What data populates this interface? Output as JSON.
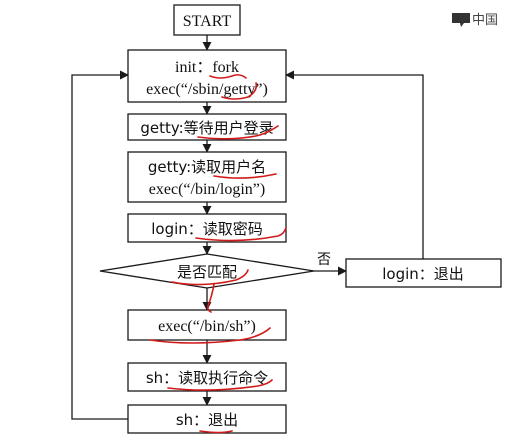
{
  "diagram": {
    "start": "START",
    "init_line1": "init：fork",
    "init_line2": "exec(“/sbin/getty”)",
    "getty_wait": "getty:等待用户登录",
    "getty_read_line1": "getty:读取用户名",
    "getty_read_line2": "exec(“/bin/login”)",
    "login_read_pwd": "login：读取密码",
    "decision": "是否匹配",
    "no_label": "否",
    "login_exit": "login：退出",
    "exec_sh": "exec(“/bin/sh”)",
    "sh_read_cmd": "sh：读取执行命令",
    "sh_exit": "sh：退出"
  },
  "watermark": "中国",
  "colors": {
    "line": "#1a1a1a",
    "annotation": "#d11a1a"
  }
}
